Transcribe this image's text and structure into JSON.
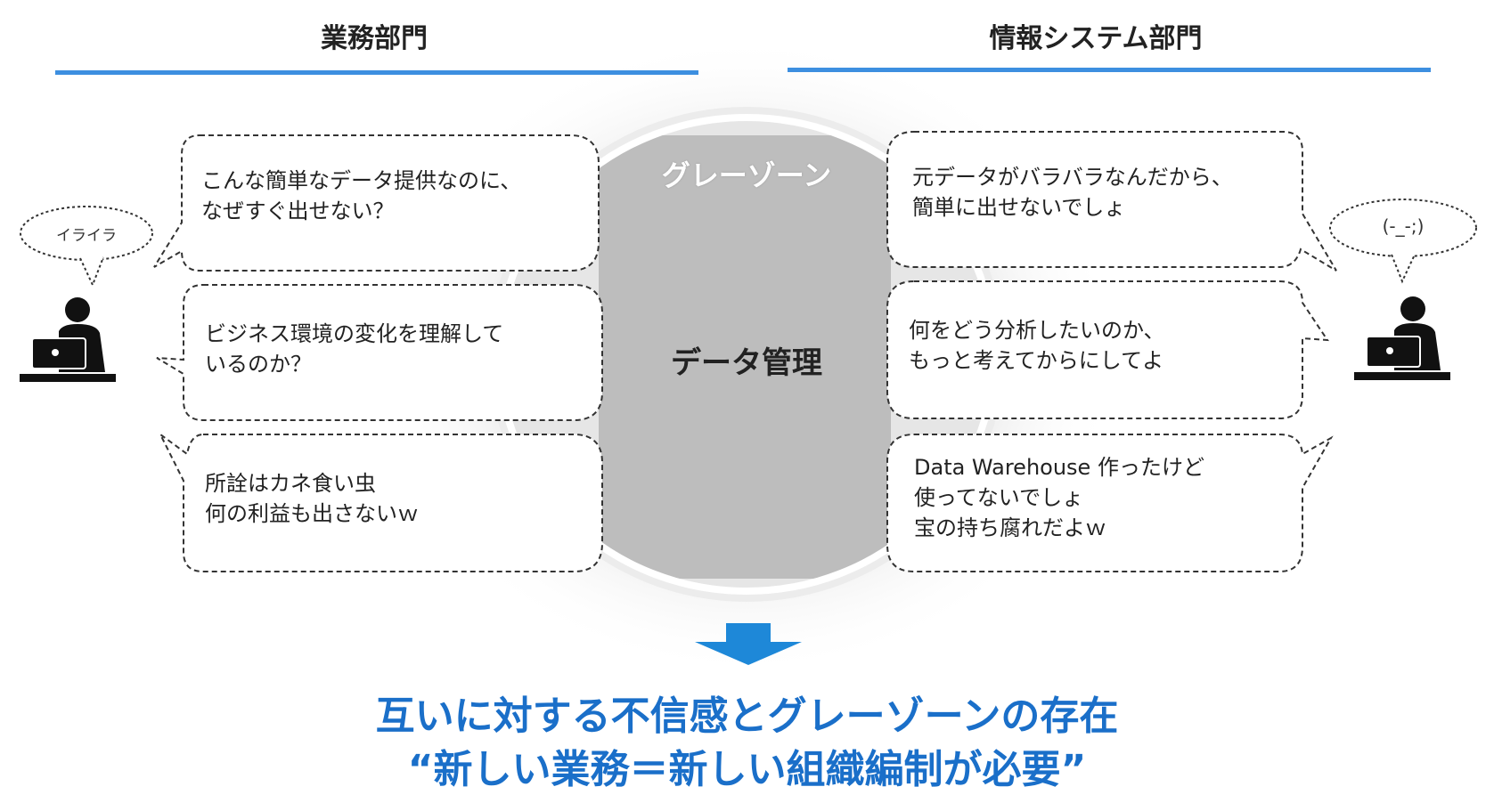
{
  "headers": {
    "left": "業務部門",
    "right": "情報システム部門"
  },
  "center": {
    "top_label": "グレーゾーン",
    "main_label": "データ管理"
  },
  "thoughts": {
    "left": "イライラ",
    "right": "(-_-;)"
  },
  "left_bubbles": [
    {
      "lines": [
        "こんな簡単なデータ提供なのに、",
        "なぜすぐ出せない？"
      ]
    },
    {
      "lines": [
        "ビジネス環境の変化を理解して",
        "いるのか？"
      ]
    },
    {
      "lines": [
        "所詮はカネ食い虫",
        "何の利益も出さないｗ"
      ]
    }
  ],
  "right_bubbles": [
    {
      "lines": [
        "元データがバラバラなんだから、",
        "簡単に出せないでしょ"
      ]
    },
    {
      "lines": [
        "何をどう分析したいのか、",
        "もっと考えてからにしてよ"
      ]
    },
    {
      "lines": [
        "Data Warehouse 作ったけど",
        "使ってないでしょ",
        "宝の持ち腐れだよｗ"
      ]
    }
  ],
  "conclusion": {
    "line1": "互いに対する不信感とグレーゾーンの存在",
    "line2": "“新しい業務＝新しい組織編制が必要”"
  },
  "colors": {
    "accent_blue": "#3d8fe0",
    "arrow_blue": "#1e88d8",
    "conclusion_blue": "#1a6fc9",
    "circle_gray": "#bdbdbd"
  }
}
